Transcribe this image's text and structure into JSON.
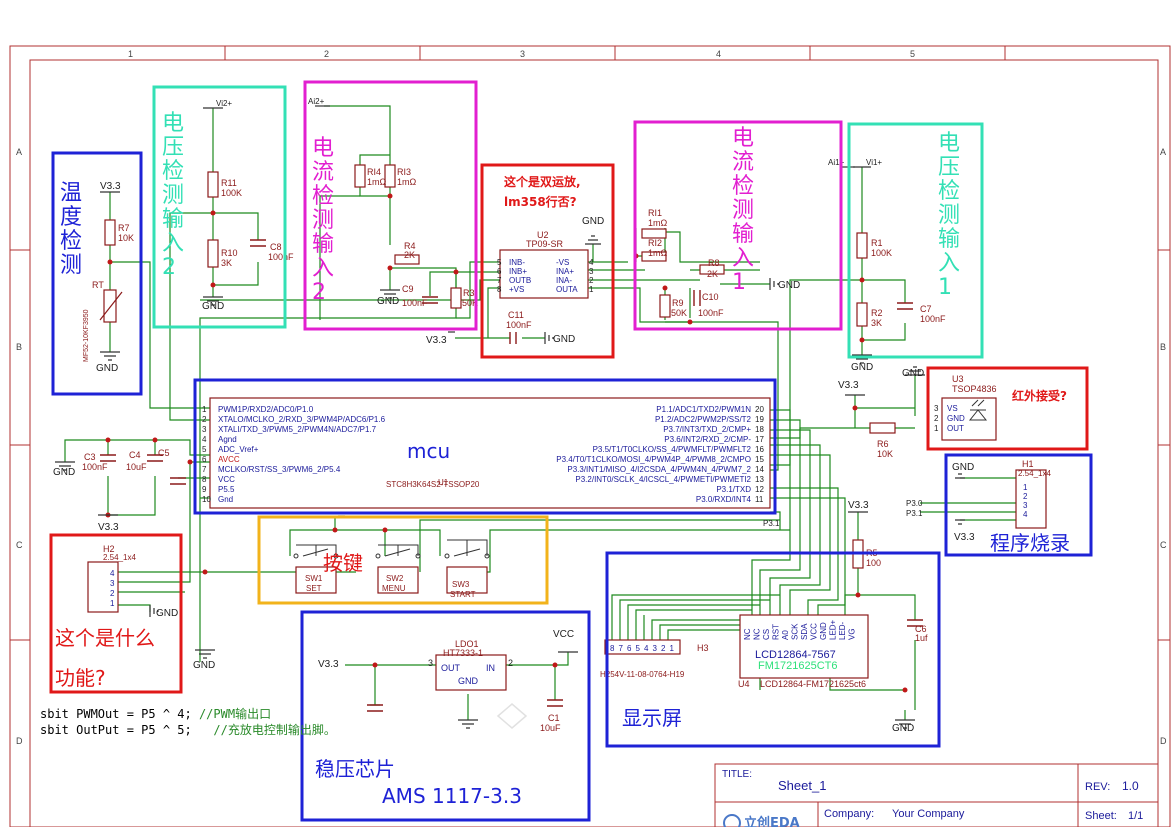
{
  "sheet": {
    "columns": [
      "1",
      "2",
      "3",
      "4",
      "5"
    ],
    "rows": [
      "A",
      "B",
      "C",
      "D"
    ],
    "title_label": "TITLE:",
    "title_value": "Sheet_1",
    "rev_label": "REV:",
    "rev_value": "1.0",
    "company_label": "Company:",
    "company_value": "Your Company",
    "sheet_label": "Sheet:",
    "sheet_value": "1/1",
    "logo_text": "立创EDA"
  },
  "annotations": {
    "temp": "温度检测",
    "volt2": "电压检测输入2",
    "curr2": "电流检测输入2",
    "opamp_q1": "这个是双运放,",
    "opamp_q2": "lm358行否?",
    "curr1": "电流检测输入1",
    "volt1": "电压检测输入1",
    "ir": "红外接受?",
    "mcu": "mcu",
    "prog": "程序烧录",
    "keys": "按键",
    "what1": "这个是什么",
    "what2": "功能?",
    "reg1": "稳压芯片",
    "reg2": "AMS 1117-3.3",
    "display": "显示屏"
  },
  "colors": {
    "blue": "#1e22d6",
    "teal": "#33e0b5",
    "magenta": "#e21fd0",
    "red": "#e01818",
    "orange": "#f2b31b",
    "wire": "#1e8a1e",
    "part": "#8b1a1a",
    "pin": "#1a1a9a",
    "frame": "#b03030"
  },
  "nets": {
    "v33": "V3.3",
    "gnd": "GND",
    "vcc": "VCC",
    "vi2": "Vi2+",
    "ai2": "Ai2+",
    "ai1": "Ai1+",
    "vi1": "Vi1+"
  },
  "parts": {
    "r7": "R7",
    "r7v": "10K",
    "rt": "RT",
    "rtv": "MF52-10KF3950",
    "r11": "R11",
    "r11v": "100K",
    "r10": "R10",
    "r10v": "3K",
    "c8": "C8",
    "c8v": "100nF",
    "ri4": "RI4",
    "ri4v": "1mΩ",
    "ri3": "RI3",
    "ri3v": "1mΩ",
    "r4": "R4",
    "r4v": "2K",
    "c9": "C9",
    "c9v": "100nF",
    "r3": "R3",
    "r3v": "50K",
    "u2": "U2",
    "u2v": "TP09-SR",
    "c11": "C11",
    "c11v": "100nF",
    "ri1": "RI1",
    "ri1v": "1mΩ",
    "ri2": "RI2",
    "ri2v": "1mΩ",
    "r8": "R8",
    "r8v": "2K",
    "r9": "R9",
    "r9v": "50K",
    "c10": "C10",
    "c10v": "100nF",
    "r1": "R1",
    "r1v": "100K",
    "r2": "R2",
    "r2v": "3K",
    "c7": "C7",
    "c7v": "100nF",
    "u3": "U3",
    "u3v": "TSOP4836",
    "r6": "R6",
    "r6v": "10K",
    "h1": "H1",
    "h1v": "2.54_1x4",
    "c3": "C3",
    "c3v": "100nF",
    "c4": "C4",
    "c4v": "10uF",
    "c5": "C5",
    "u1": "U1",
    "u1v": "STC8H3K64S2-TSSOP20",
    "h2": "H2",
    "h2v": "2.54_1x4",
    "sw1": "SW1",
    "sw1v": "SET",
    "sw2": "SW2",
    "sw2v": "MENU",
    "sw3": "SW3",
    "sw3v": "START",
    "r5": "R5",
    "r5v": "100",
    "c6": "C6",
    "c6v": "1uf",
    "ldo": "LDO1",
    "ldov": "HT7333-1",
    "c1": "C1",
    "c1v": "10uF",
    "h3": "H3",
    "h3v": "H254V-11-08-0764-H19",
    "u4": "U4",
    "u4v": "LCD12864-FM1721625ct6",
    "lcd1": "LCD12864-7567",
    "lcd2": "FM1721625CT6"
  },
  "opamp_pins": {
    "left": [
      "INB-",
      "INB+",
      "OUTB",
      "+VS"
    ],
    "right": [
      "-VS",
      "INA+",
      "INA-",
      "OUTA"
    ],
    "lnum": [
      "5",
      "6",
      "7",
      "8"
    ],
    "rnum": [
      "4",
      "3",
      "2",
      "1"
    ]
  },
  "mcu_pins": {
    "left": [
      "PWM1P/RXD2/ADC0/P1.0",
      "XTALO/MCLKO_2/RXD_3/PWM4P/ADC6/P1.6",
      "XTALI/TXD_3/PWM5_2/PWM4N/ADC7/P1.7",
      "Agnd",
      "ADC_Vref+",
      "AVCC",
      "MCLKO/RST/SS_3/PWM6_2/P5.4",
      "VCC",
      "P5.5",
      "Gnd"
    ],
    "right": [
      "P1.1/ADC1/TXD2/PWM1N",
      "P1.2/ADC2/PWM2P/SS/T2",
      "P3.7/INT3/TXD_2/CMP+",
      "P3.6/INT2/RXD_2/CMP-",
      "P3.5/T1/T0CLKO/SS_4/PWMFLT/PWMFLT2",
      "P3.4/T0/T1CLKO/MOSI_4/PWM4P_4/PWM8_2/CMPO",
      "P3.3/INT1/MISO_4/I2CSDA_4/PWM4N_4/PWM7_2",
      "P3.2/INT0/SCLK_4/ICSCL_4/PWMETI/PWMETI2",
      "P3.1/TXD",
      "P3.0/RXD/INT4"
    ],
    "lnum": [
      "1",
      "2",
      "3",
      "4",
      "5",
      "6",
      "7",
      "8",
      "9",
      "10"
    ],
    "rnum": [
      "20",
      "19",
      "18",
      "17",
      "16",
      "15",
      "14",
      "13",
      "12",
      "11"
    ]
  },
  "u3_pins": [
    "VS",
    "GND",
    "OUT"
  ],
  "u3_nums": [
    "3",
    "2",
    "1"
  ],
  "h1_pins": [
    "1",
    "2",
    "3",
    "4"
  ],
  "h1_nets": [
    "P3.0",
    "P3.1"
  ],
  "h2_pins": [
    "4",
    "3",
    "2",
    "1"
  ],
  "ldo_pins": {
    "out": "OUT",
    "in": "IN",
    "gnd": "GND",
    "n3": "3",
    "n2": "2"
  },
  "lcd_pins": [
    "NC",
    "NC",
    "CS",
    "RST",
    "A0",
    "SCK",
    "SDA",
    "VCC",
    "GND",
    "LED+",
    "LED-",
    "VG"
  ],
  "h3_pins": [
    "8",
    "7",
    "6",
    "5",
    "4",
    "3",
    "2",
    "1"
  ],
  "misc": {
    "p31": "P3.1"
  },
  "code": {
    "l1a": "sbit PWMOut = P5 ^ 4;",
    "l1b": " //PWM输出口",
    "l2a": "sbit OutPut = P5 ^ 5;",
    "l2b": "   //充放电控制输出脚。"
  }
}
